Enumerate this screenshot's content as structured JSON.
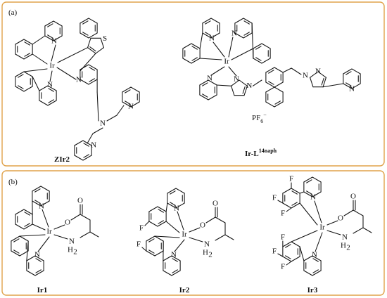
{
  "panels": [
    {
      "id": "a",
      "label": "(a)"
    },
    {
      "id": "b",
      "label": "(b)"
    }
  ],
  "compounds": {
    "zir2": {
      "label": "ZIr2"
    },
    "irl": {
      "label_main": "Ir-L",
      "label_sup": "14naph",
      "counterion": "PF",
      "counterion_sub": "6",
      "counterion_sup": "−"
    },
    "ir1": {
      "label": "Ir1"
    },
    "ir2": {
      "label": "Ir2"
    },
    "ir3": {
      "label": "Ir3"
    }
  },
  "atoms": {
    "iridium": "Ir",
    "nitrogen": "N",
    "sulfur": "S",
    "oxygen": "O",
    "fluorine": "F",
    "amine": "N",
    "amine_h": "H",
    "amine_h_sub": "2"
  },
  "colors": {
    "panel_border": "#e0a24a",
    "ink": "#111111"
  }
}
